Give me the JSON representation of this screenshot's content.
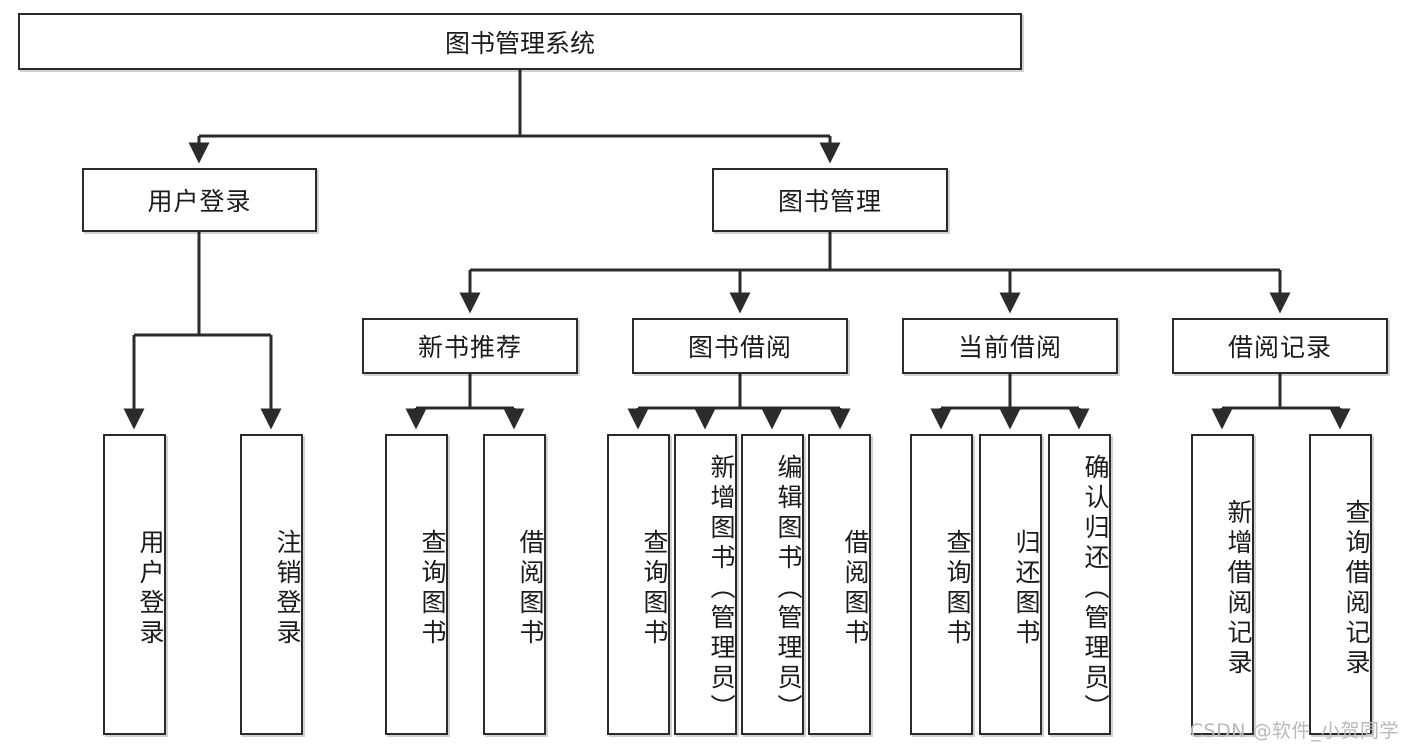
{
  "diagram": {
    "type": "tree-hierarchy",
    "root": {
      "label": "图书管理系统"
    },
    "level2": [
      {
        "label": "用户登录"
      },
      {
        "label": "图书管理"
      }
    ],
    "level3": [
      {
        "label": "新书推荐"
      },
      {
        "label": "图书借阅"
      },
      {
        "label": "当前借阅"
      },
      {
        "label": "借阅记录"
      }
    ],
    "leaves": {
      "user_login": [
        {
          "label": "用户登录"
        },
        {
          "label": "注销登录"
        }
      ],
      "new_book_recommend": [
        {
          "label": "查询图书"
        },
        {
          "label": "借阅图书"
        }
      ],
      "book_borrow": [
        {
          "label": "查询图书"
        },
        {
          "label": "新增图书（管理员）"
        },
        {
          "label": "编辑图书（管理员）"
        },
        {
          "label": "借阅图书"
        }
      ],
      "current_borrow": [
        {
          "label": "查询图书"
        },
        {
          "label": "归还图书"
        },
        {
          "label": "确认归还（管理员）"
        }
      ],
      "borrow_records": [
        {
          "label": "新增借阅记录"
        },
        {
          "label": "查询借阅记录"
        }
      ]
    }
  },
  "watermark": {
    "text": "CSDN @软件_小贺同学"
  },
  "colors": {
    "border": "#2b2b2b",
    "text": "#1b1b1b",
    "background": "#ffffff",
    "watermark": "#b9b9b9"
  }
}
